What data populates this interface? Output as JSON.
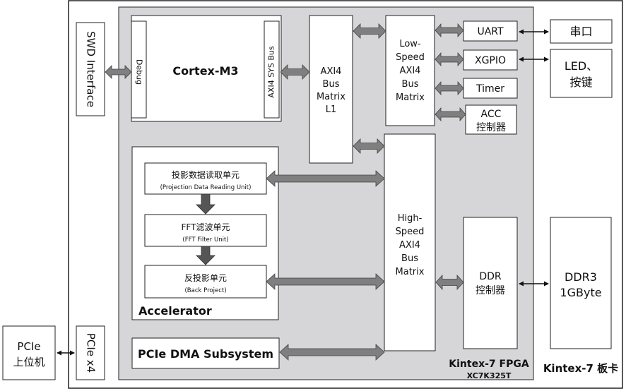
{
  "board": {
    "label": "Kintex-7 板卡",
    "fpga_label": "Kintex-7 FPGA",
    "fpga_part": "XC7K325T"
  },
  "blocks": {
    "swd": "SWD Interface",
    "pcie_host": [
      "PCIe",
      "上位机"
    ],
    "pcie_x4": "PCIe x4",
    "cortex": "Cortex-M3",
    "debug": "Debug",
    "axi_sys_bus": "AXI4 SYS Bus",
    "axi_l1": [
      "AXI4",
      "Bus",
      "Matrix",
      "L1"
    ],
    "lowspeed": [
      "Low-",
      "Speed",
      "AXI4",
      "Bus",
      "Matrix"
    ],
    "highspeed": [
      "High-",
      "Speed",
      "AXI4",
      "Bus",
      "Matrix"
    ],
    "uart": "UART",
    "xgpio": "XGPIO",
    "timer": "Timer",
    "acc": [
      "ACC",
      "控制器"
    ],
    "serial": "串口",
    "led": [
      "LED、",
      "按键"
    ],
    "ddr_ctrl": [
      "DDR",
      "控制器"
    ],
    "ddr3": [
      "DDR3",
      "1GByte"
    ],
    "pcie_dma": "PCIe DMA Subsystem",
    "accelerator": "Accelerator",
    "proj_read": [
      "投影数据读取单元",
      "(Projection Data Reading Unit)"
    ],
    "fft": [
      "FFT滤波单元",
      "(FFT Filter Unit)"
    ],
    "backproj": [
      "反投影单元",
      "(Back Project)"
    ]
  },
  "colors": {
    "fpga_fill": "#d6d6d9",
    "arrow_fill": "#7f7f7f",
    "arrow_stroke": "#404040",
    "line": "#222222"
  }
}
